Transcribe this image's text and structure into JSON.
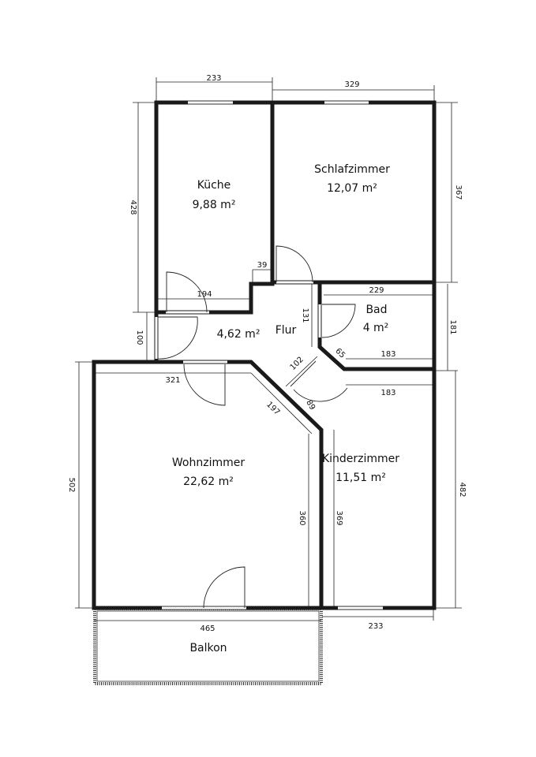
{
  "rooms": [
    {
      "name": "Küche",
      "area": "9,88 m²"
    },
    {
      "name": "Schlafzimmer",
      "area": "12,07 m²"
    },
    {
      "name": "Bad",
      "area": "4 m²"
    },
    {
      "name": "Flur",
      "area": "4,62 m²"
    },
    {
      "name": "Wohnzimmer",
      "area": "22,62 m²"
    },
    {
      "name": "Kinderzimmer",
      "area": "11,51 m²"
    },
    {
      "name": "Balkon"
    }
  ],
  "dimensions": {
    "kueche_width": "233",
    "schlaf_width": "329",
    "kueche_height": "428",
    "schlaf_height": "367",
    "step": "39",
    "kueche_inner": "194",
    "flur_door": "100",
    "flur_height": "131",
    "bad_width": "229",
    "bad_height": "181",
    "bad_bottom": "183",
    "bad_diag": "65",
    "diag_102": "102",
    "kinder_top": "183",
    "wohn_top": "321",
    "wohn_diag": "197",
    "diag_89": "89",
    "wohn_height": "502",
    "wohn_right": "360",
    "kinder_left": "369",
    "kinder_height": "482",
    "balkon_width": "465",
    "kinder_bottom": "233"
  }
}
